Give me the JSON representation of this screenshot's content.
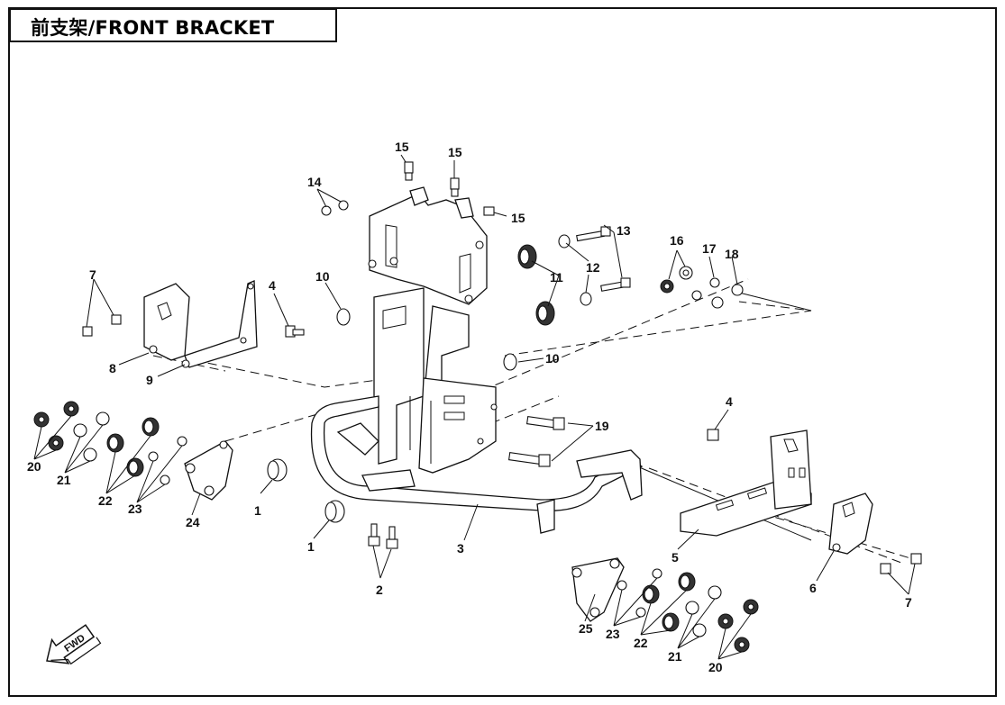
{
  "title": "前支架/FRONT BRACKET",
  "fwd_badge": "FWD",
  "callouts": [
    {
      "id": "c15a",
      "text": "15"
    },
    {
      "id": "c15b",
      "text": "15"
    },
    {
      "id": "c15c",
      "text": "15"
    },
    {
      "id": "c14",
      "text": "14"
    },
    {
      "id": "c13",
      "text": "13"
    },
    {
      "id": "c12",
      "text": "12"
    },
    {
      "id": "c11",
      "text": "11"
    },
    {
      "id": "c10a",
      "text": "10"
    },
    {
      "id": "c10b",
      "text": "10"
    },
    {
      "id": "c16",
      "text": "16"
    },
    {
      "id": "c17",
      "text": "17"
    },
    {
      "id": "c18",
      "text": "18"
    },
    {
      "id": "c7a",
      "text": "7"
    },
    {
      "id": "c7b",
      "text": "7"
    },
    {
      "id": "c4a",
      "text": "4"
    },
    {
      "id": "c4b",
      "text": "4"
    },
    {
      "id": "c8",
      "text": "8"
    },
    {
      "id": "c9",
      "text": "9"
    },
    {
      "id": "c19",
      "text": "19"
    },
    {
      "id": "c20a",
      "text": "20"
    },
    {
      "id": "c20b",
      "text": "20"
    },
    {
      "id": "c21a",
      "text": "21"
    },
    {
      "id": "c21b",
      "text": "21"
    },
    {
      "id": "c22a",
      "text": "22"
    },
    {
      "id": "c22b",
      "text": "22"
    },
    {
      "id": "c23a",
      "text": "23"
    },
    {
      "id": "c23b",
      "text": "23"
    },
    {
      "id": "c24",
      "text": "24"
    },
    {
      "id": "c25",
      "text": "25"
    },
    {
      "id": "c1a",
      "text": "1"
    },
    {
      "id": "c1b",
      "text": "1"
    },
    {
      "id": "c2",
      "text": "2"
    },
    {
      "id": "c3",
      "text": "3"
    },
    {
      "id": "c5",
      "text": "5"
    },
    {
      "id": "c6",
      "text": "6"
    }
  ]
}
